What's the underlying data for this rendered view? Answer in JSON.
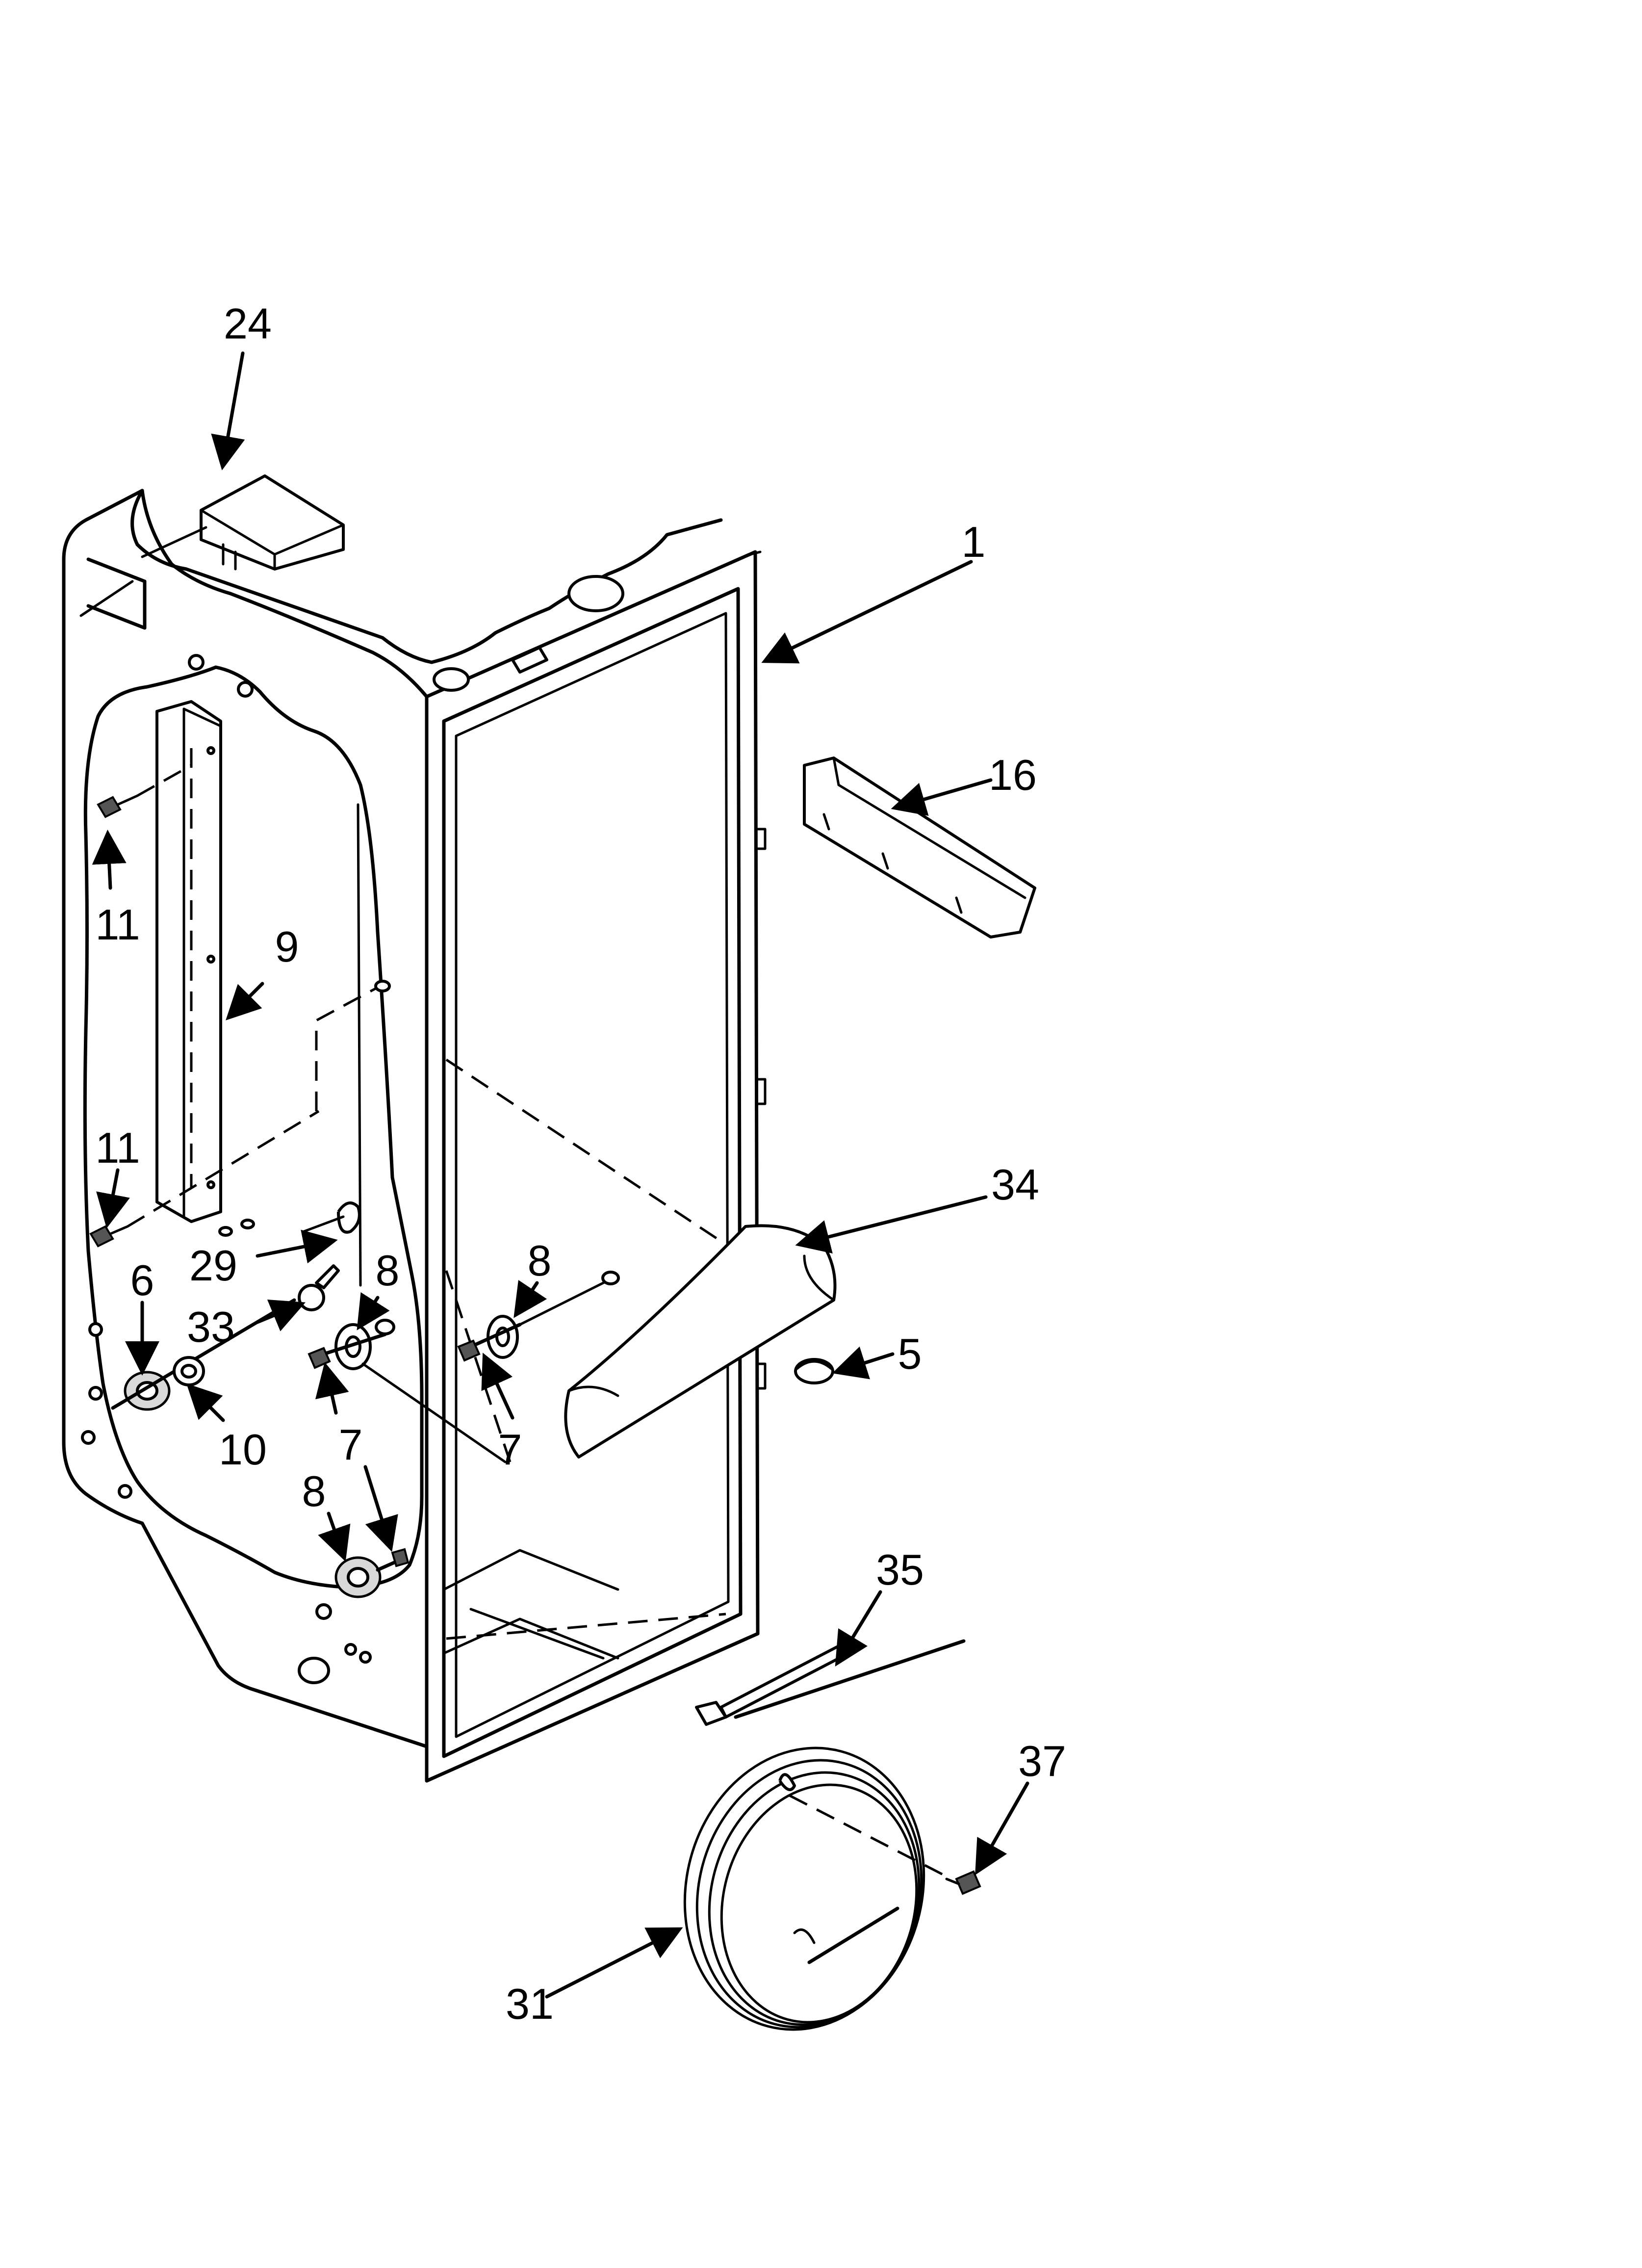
{
  "callouts": [
    {
      "id": "24",
      "text": "24"
    },
    {
      "id": "1",
      "text": "1"
    },
    {
      "id": "16",
      "text": "16"
    },
    {
      "id": "11a",
      "text": "11"
    },
    {
      "id": "9",
      "text": "9"
    },
    {
      "id": "11b",
      "text": "11"
    },
    {
      "id": "29",
      "text": "29"
    },
    {
      "id": "33",
      "text": "33"
    },
    {
      "id": "8a",
      "text": "8"
    },
    {
      "id": "8b",
      "text": "8"
    },
    {
      "id": "34",
      "text": "34"
    },
    {
      "id": "6",
      "text": "6"
    },
    {
      "id": "10",
      "text": "10"
    },
    {
      "id": "7a",
      "text": "7"
    },
    {
      "id": "7b",
      "text": "7"
    },
    {
      "id": "5",
      "text": "5"
    },
    {
      "id": "8c",
      "text": "8"
    },
    {
      "id": "35",
      "text": "35"
    },
    {
      "id": "37",
      "text": "37"
    },
    {
      "id": "31",
      "text": "31"
    }
  ]
}
